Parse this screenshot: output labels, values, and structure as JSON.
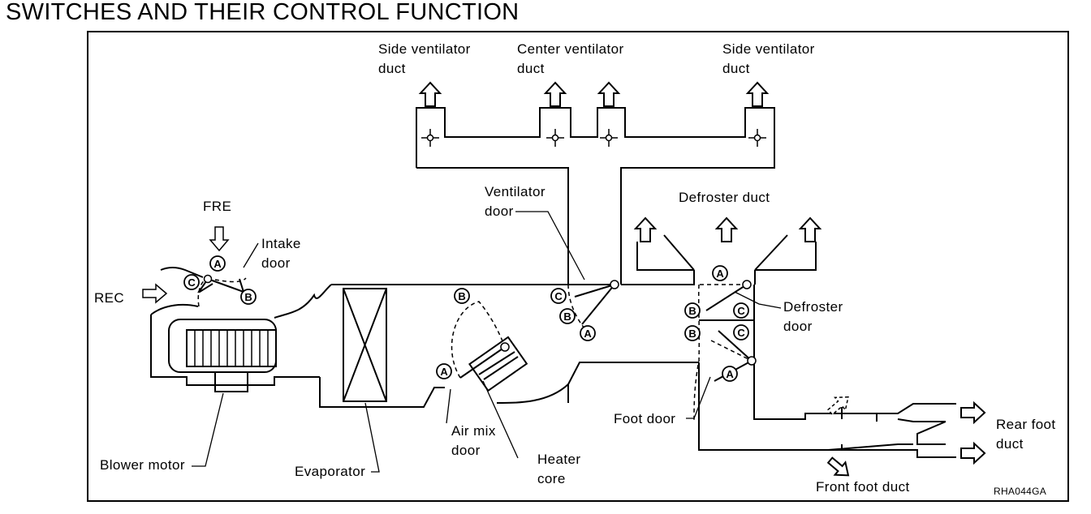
{
  "title": "SWITCHES AND THEIR CONTROL FUNCTION",
  "labels": {
    "side_vent_left": [
      "Side  ventilator",
      "duct"
    ],
    "center_vent": [
      "Center  ventilator",
      "duct"
    ],
    "side_vent_right": [
      "Side  ventilator",
      "duct"
    ],
    "ventilator_door": [
      "Ventilator",
      "door"
    ],
    "defroster_duct": "Defroster  duct",
    "fre": "FRE",
    "rec": "REC",
    "intake_door": [
      "Intake",
      "door"
    ],
    "defroster_door": [
      "Defroster",
      "door"
    ],
    "foot_door": "Foot  door",
    "air_mix_door": [
      "Air  mix",
      "door"
    ],
    "heater_core": [
      "Heater",
      "core"
    ],
    "blower_motor": "Blower  motor",
    "evaporator": "Evaporator",
    "rear_foot_duct": [
      "Rear  foot",
      "duct"
    ],
    "front_foot_duct": "Front  foot  duct",
    "figure_code": "RHA044GA"
  },
  "positions": {
    "A": "A",
    "B": "B",
    "C": "C"
  }
}
